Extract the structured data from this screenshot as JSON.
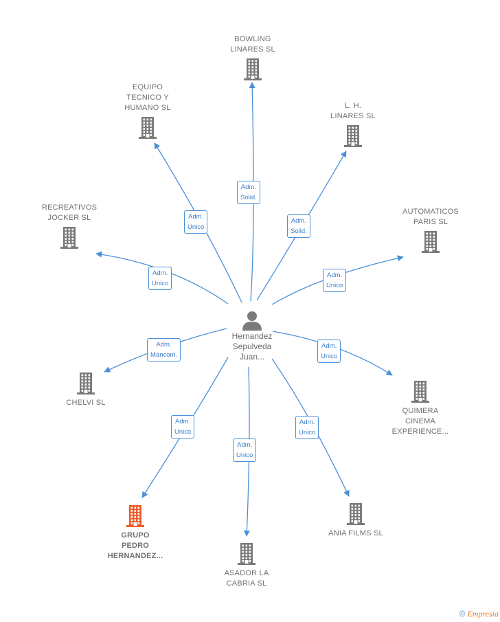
{
  "center": {
    "name": "Hernandez\nSepulveda\nJuan...",
    "icon": "person-icon"
  },
  "companies": [
    {
      "id": "bowling",
      "name": "BOWLING\nLINARES SL",
      "role": "Adm.\nSolid.",
      "icon": "building-icon",
      "highlight": false
    },
    {
      "id": "equipo",
      "name": "EQUIPO\nTECNICO Y\nHUMANO  SL",
      "role": "Adm.\nUnico",
      "icon": "building-icon",
      "highlight": false
    },
    {
      "id": "lh",
      "name": "L. H.\nLINARES SL",
      "role": "Adm.\nSolid.",
      "icon": "building-icon",
      "highlight": false
    },
    {
      "id": "recreativos",
      "name": "RECREATIVOS\nJOCKER  SL",
      "role": "Adm.\nUnico",
      "icon": "building-icon",
      "highlight": false
    },
    {
      "id": "automaticos",
      "name": "AUTOMATICOS\nPARIS SL",
      "role": "Adm.\nUnico",
      "icon": "building-icon",
      "highlight": false
    },
    {
      "id": "chelvi",
      "name": "CHELVI SL",
      "role": "Adm.\nMancom.",
      "icon": "building-icon",
      "highlight": false
    },
    {
      "id": "quimera",
      "name": "QUIMERA\nCINEMA\nEXPERIENCE...",
      "role": "Adm.\nUnico",
      "icon": "building-icon",
      "highlight": false
    },
    {
      "id": "grupo",
      "name": "GRUPO\nPEDRO\nHERNANDEZ...",
      "role": "Adm.\nUnico",
      "icon": "building-icon",
      "highlight": true
    },
    {
      "id": "asador",
      "name": "ASADOR LA\nCABRIA SL",
      "role": "Adm.\nUnico",
      "icon": "building-icon",
      "highlight": false
    },
    {
      "id": "ania",
      "name": "ANIA FILMS  SL",
      "role": "Adm.\nUnico",
      "icon": "building-icon",
      "highlight": false
    }
  ],
  "colors": {
    "edge": "#4a90d9",
    "building": "#7a7a7a",
    "building_highlight": "#f05a28",
    "person": "#7a7a7a"
  },
  "brand": {
    "copyright": "©",
    "name": "Empresia"
  }
}
